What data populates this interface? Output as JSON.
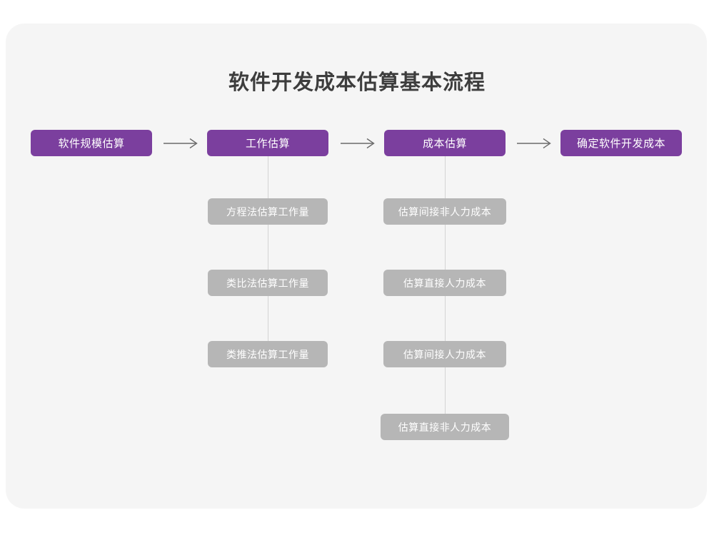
{
  "card": {
    "background_color": "#f5f5f5"
  },
  "title": "软件开发成本估算基本流程",
  "colors": {
    "primary": "#7b3f9e",
    "secondary": "#b6b6b6",
    "title_text": "#3d3d3d",
    "connector": "#d4d4d4",
    "arrow": "#6b6b6b",
    "canvas": "#ffffff"
  },
  "chart_data": {
    "type": "flowchart",
    "title": "软件开发成本估算基本流程",
    "orientation": "left-to-right with vertical sub-branches",
    "main_flow": [
      {
        "id": "step1",
        "label": "软件规模估算",
        "level": "primary"
      },
      {
        "id": "step2",
        "label": "工作估算",
        "level": "primary"
      },
      {
        "id": "step3",
        "label": "成本估算",
        "level": "primary"
      },
      {
        "id": "step4",
        "label": "确定软件开发成本",
        "level": "primary"
      }
    ],
    "branches": [
      {
        "parent": "step2",
        "children": [
          {
            "label": "方程法估算工作量"
          },
          {
            "label": "类比法估算工作量"
          },
          {
            "label": "类推法估算工作量"
          }
        ]
      },
      {
        "parent": "step3",
        "children": [
          {
            "label": "估算间接非人力成本"
          },
          {
            "label": "估算直接人力成本"
          },
          {
            "label": "估算间接人力成本"
          },
          {
            "label": "估算直接非人力成本"
          }
        ]
      }
    ],
    "connectors": [
      {
        "from": "step1",
        "to": "step2",
        "type": "arrow"
      },
      {
        "from": "step2",
        "to": "step3",
        "type": "arrow"
      },
      {
        "from": "step3",
        "to": "step4",
        "type": "arrow"
      }
    ]
  }
}
